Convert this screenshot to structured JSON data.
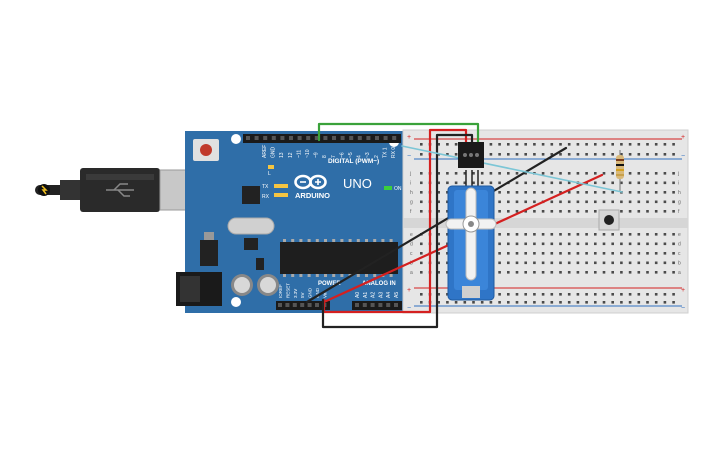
{
  "canvas": {
    "background": "#ffffff"
  },
  "arduino": {
    "brand": "ARDUINO",
    "model": "UNO",
    "digital_label": "DIGITAL (PWM~)",
    "power_label": "POWER",
    "analog_label": "ANALOG IN",
    "led_l": "L",
    "led_tx": "TX",
    "led_rx": "RX",
    "on_label": "ON",
    "top_pins": [
      "AREF",
      "GND",
      "13",
      "12",
      "~11",
      "~10",
      "~9",
      "8",
      "7",
      "~6",
      "~5",
      "4",
      "~3",
      "2",
      "TX 1",
      "RX 0"
    ],
    "power_pins": [
      "IOREF",
      "RESET",
      "3.3V",
      "5V",
      "GND",
      "GND",
      "Vin"
    ],
    "analog_pins": [
      "A0",
      "A1",
      "A2",
      "A3",
      "A4",
      "A5"
    ],
    "board_color": "#2f6ea8"
  },
  "breadboard": {
    "row_letters_top": [
      "j",
      "i",
      "h",
      "g",
      "f"
    ],
    "row_letters_bottom": [
      "e",
      "d",
      "c",
      "b",
      "a"
    ],
    "rail_plus": "+",
    "rail_minus": "−"
  },
  "components": {
    "servo": {
      "name": "servo-motor",
      "color": "#2f75c7"
    },
    "pushbutton": {
      "name": "pushbutton"
    },
    "resistor": {
      "name": "resistor"
    },
    "usb_cable": {
      "name": "usb-cable"
    }
  },
  "wire_colors": {
    "signal": "#3aa23a",
    "power": "#d42020",
    "ground": "#222222",
    "button": "#7cc6d6"
  }
}
